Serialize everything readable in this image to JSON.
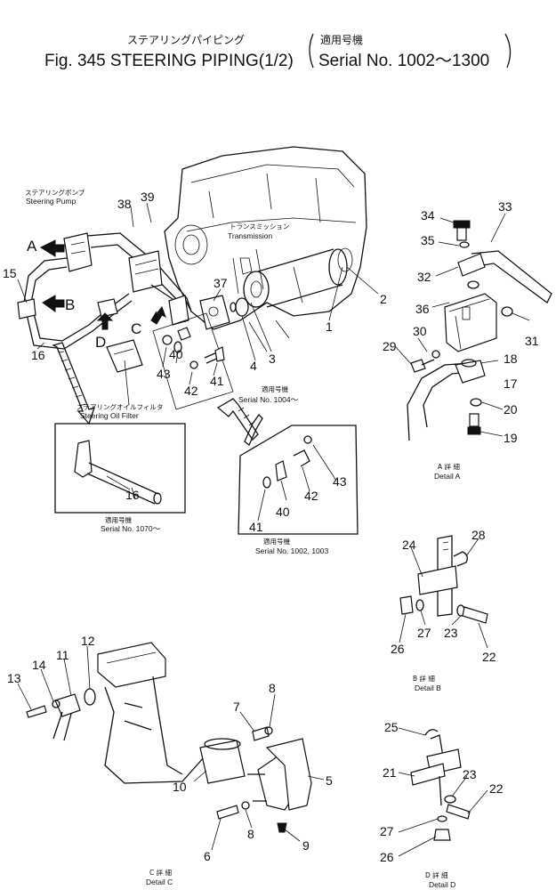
{
  "title": {
    "jp": "ステアリングパイピング",
    "main": "Fig. 345 STEERING PIPING(1/2)",
    "serial_jp": "適用号機",
    "serial": "Serial No. 1002～1300"
  },
  "annotations": {
    "pump_jp": "ステアリングポンプ",
    "pump": "Steering Pump",
    "transmission_jp": "トランスミッション",
    "transmission": "Transmission",
    "filter_jp": "ステアリングオイルフィルタ",
    "filter": "Steering Oil Filter",
    "serial_1004_jp": "適用号機",
    "serial_1004": "Serial No. 1004～",
    "serial_1070_jp": "適用号機",
    "serial_1070": "Serial No. 1070～",
    "serial_1002_jp": "適用号機",
    "serial_1002": "Serial No. 1002, 1003"
  },
  "view_letters": [
    "A",
    "B",
    "C",
    "D"
  ],
  "details": {
    "a_jp": "A 詳 細",
    "a": "Detail A",
    "b_jp": "B 詳 細",
    "b": "Detail B",
    "c_jp": "C 詳 細",
    "c": "Detail C",
    "d_jp": "D 詳 細",
    "d": "Detail D"
  },
  "callouts": [
    "1",
    "2",
    "3",
    "4",
    "5",
    "6",
    "7",
    "8",
    "9",
    "10",
    "11",
    "12",
    "13",
    "14",
    "15",
    "16",
    "17",
    "18",
    "19",
    "20",
    "21",
    "22",
    "23",
    "24",
    "25",
    "26",
    "27",
    "28",
    "29",
    "30",
    "31",
    "32",
    "33",
    "34",
    "35",
    "36",
    "37",
    "38",
    "39",
    "40",
    "41",
    "42",
    "43"
  ]
}
